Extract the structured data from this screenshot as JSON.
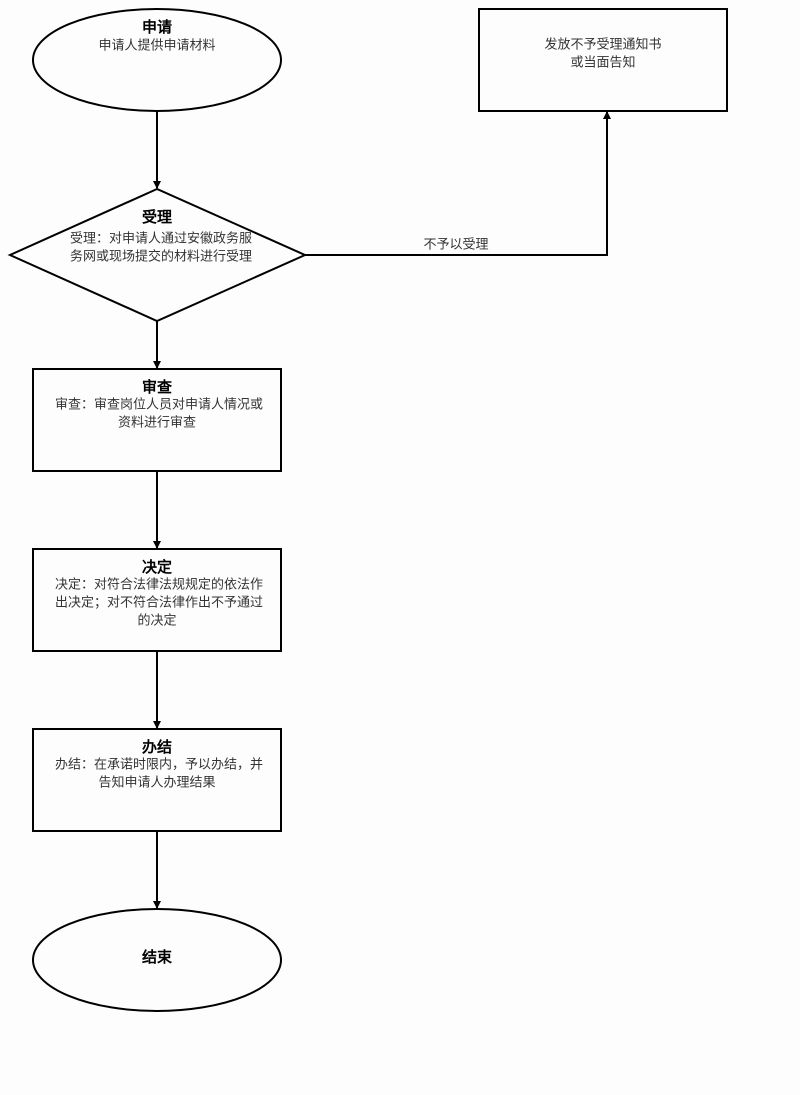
{
  "nodes": {
    "apply": {
      "title": "申请",
      "lines": [
        "申请人提供申请材料"
      ]
    },
    "accept": {
      "title": "受理",
      "lines": [
        "受理：对申请人通过安徽政务服",
        "务网或现场提交的材料进行受理"
      ]
    },
    "review": {
      "title": "审查",
      "lines": [
        "审查：审查岗位人员对申请人情况或",
        "资料进行审查"
      ]
    },
    "decide": {
      "title": "决定",
      "lines": [
        "决定：对符合法律法规规定的依法作",
        "出决定；对不符合法律作出不予通过",
        "的决定"
      ]
    },
    "complete": {
      "title": "办结",
      "lines": [
        "办结：在承诺时限内，予以办结，并",
        "告知申请人办理结果"
      ]
    },
    "end": {
      "title": "结束"
    },
    "reject": {
      "lines": [
        "发放不予受理通知书",
        "或当面告知"
      ]
    }
  },
  "edges": {
    "reject_label": "不予以受理"
  }
}
